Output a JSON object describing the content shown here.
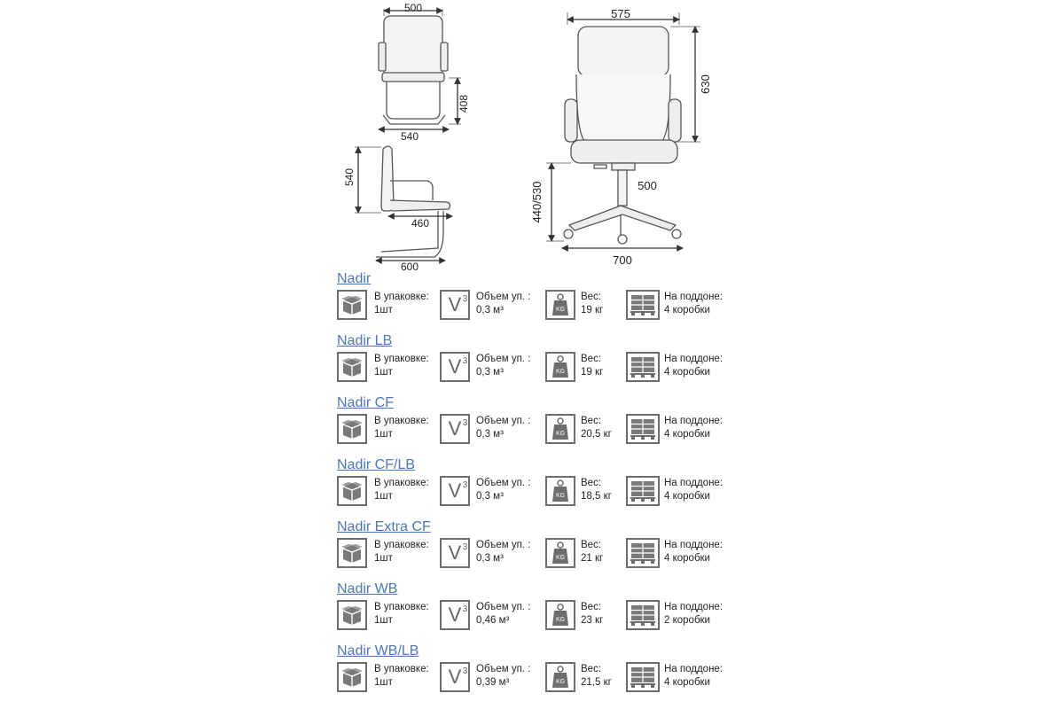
{
  "drawings": {
    "front_view": {
      "width_top": "500",
      "width_bottom": "540",
      "height": "408"
    },
    "side_view": {
      "height": "540",
      "seat_depth": "460",
      "base_depth": "600"
    },
    "swivel_view": {
      "width": "575",
      "back_height": "630",
      "seat_height": "440/530",
      "seat_width": "500",
      "base_width": "700"
    }
  },
  "labels": {
    "package": "В упаковке:",
    "volume": "Объем уп. :",
    "weight": "Вес:",
    "pallet": "На поддоне:"
  },
  "icons": {
    "package": "box-icon",
    "volume": "volume-v3-icon",
    "weight": "weight-kg-icon",
    "pallet": "pallet-icon",
    "volume_glyph": "V",
    "volume_sup": "3",
    "weight_glyph": "KG"
  },
  "products": [
    {
      "name": "Nadir",
      "qty": "1шт",
      "volume": "0,3 м³",
      "weight": "19 кг",
      "pallet": "4 коробки"
    },
    {
      "name": "Nadir LB",
      "qty": "1шт",
      "volume": "0,3 м³",
      "weight": "19 кг",
      "pallet": "4 коробки"
    },
    {
      "name": "Nadir CF",
      "qty": "1шт",
      "volume": "0,3 м³",
      "weight": "20,5 кг",
      "pallet": "4 коробки"
    },
    {
      "name": "Nadir CF/LB",
      "qty": "1шт",
      "volume": "0,3 м³",
      "weight": "18,5 кг",
      "pallet": "4 коробки"
    },
    {
      "name": "Nadir Extra CF",
      "qty": "1шт",
      "volume": "0,3 м³",
      "weight": "21 кг",
      "pallet": "4 коробки"
    },
    {
      "name": "Nadir WB",
      "qty": "1шт",
      "volume": "0,46 м³",
      "weight": "23 кг",
      "pallet": "2 коробки"
    },
    {
      "name": "Nadir WB/LB",
      "qty": "1шт",
      "volume": "0,39 м³",
      "weight": "21,5 кг",
      "pallet": "4 коробки"
    }
  ]
}
